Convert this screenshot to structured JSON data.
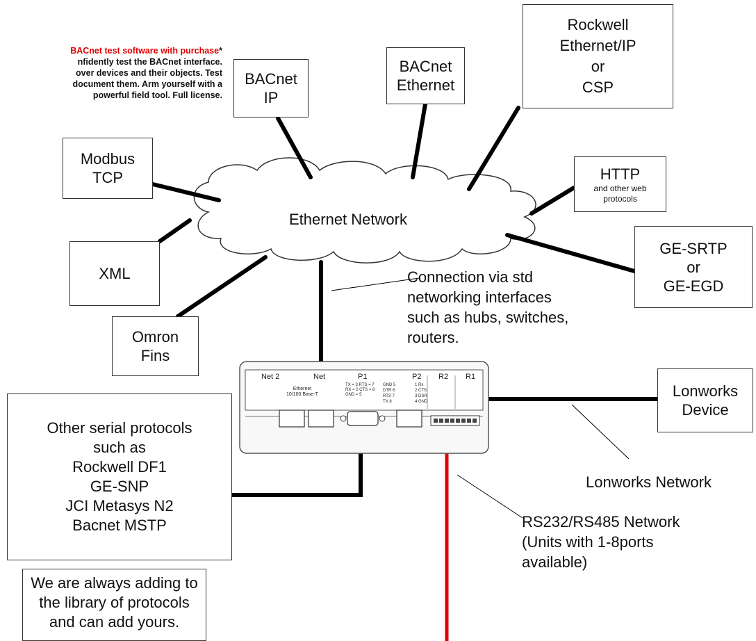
{
  "promo": {
    "headline": "BACnet test software with purchase",
    "asterisk": "*",
    "lines": [
      "nfidently test the BACnet interface.",
      "over devices and their objects. Test",
      "document them. Arm yourself with a",
      "powerful field tool. Full license."
    ]
  },
  "cloud": {
    "label": "Ethernet Network"
  },
  "protocols": {
    "bacnet_ip": [
      "BACnet",
      "IP"
    ],
    "bacnet_ethernet": [
      "BACnet",
      "Ethernet"
    ],
    "rockwell": [
      "Rockwell",
      "Ethernet/IP",
      "or",
      "CSP"
    ],
    "modbus": [
      "Modbus",
      "TCP"
    ],
    "http": {
      "title": "HTTP",
      "sub": [
        "and other web",
        "protocols"
      ]
    },
    "xml": [
      "XML"
    ],
    "ge": [
      "GE-SRTP",
      "or",
      "GE-EGD"
    ],
    "omron": [
      "Omron",
      "Fins"
    ],
    "lonworks_device": [
      "Lonworks",
      "Device"
    ],
    "serial": [
      "Other serial protocols",
      "such as",
      "Rockwell DF1",
      "GE-SNP",
      "JCI Metasys N2",
      "Bacnet MSTP"
    ],
    "adding": [
      "We are always adding to",
      "the library of protocols",
      "and can add yours."
    ]
  },
  "annotations": {
    "connection": [
      "Connection via std",
      "networking interfaces",
      "such as hubs, switches,",
      "routers."
    ],
    "lonworks_network": "Lonworks Network",
    "rs_network": [
      "RS232/RS485 Network",
      "(Units with 1-8ports",
      "available)"
    ]
  },
  "device": {
    "net2": "Net 2",
    "net1": "Net",
    "p1": "P1",
    "p2": "P2",
    "r2": "R2",
    "r1": "R1",
    "ethernet": [
      "Ethernet",
      "10/100 Base-T"
    ],
    "p1_pins": [
      "TX = 3   RTS = 7",
      "RX = 2   CTS = 8",
      "GND = 5"
    ],
    "p2_pins": [
      "GND 5",
      "DTR 6",
      "RTS 7",
      "TX 8"
    ],
    "p2_pins_right": [
      "1 Rx",
      "2 CTS",
      "3 DSR",
      "4 GND"
    ]
  },
  "colors": {
    "line": "#000000",
    "rs_line": "#e00000",
    "box_border": "#333333",
    "promo_red": "#e00000"
  }
}
